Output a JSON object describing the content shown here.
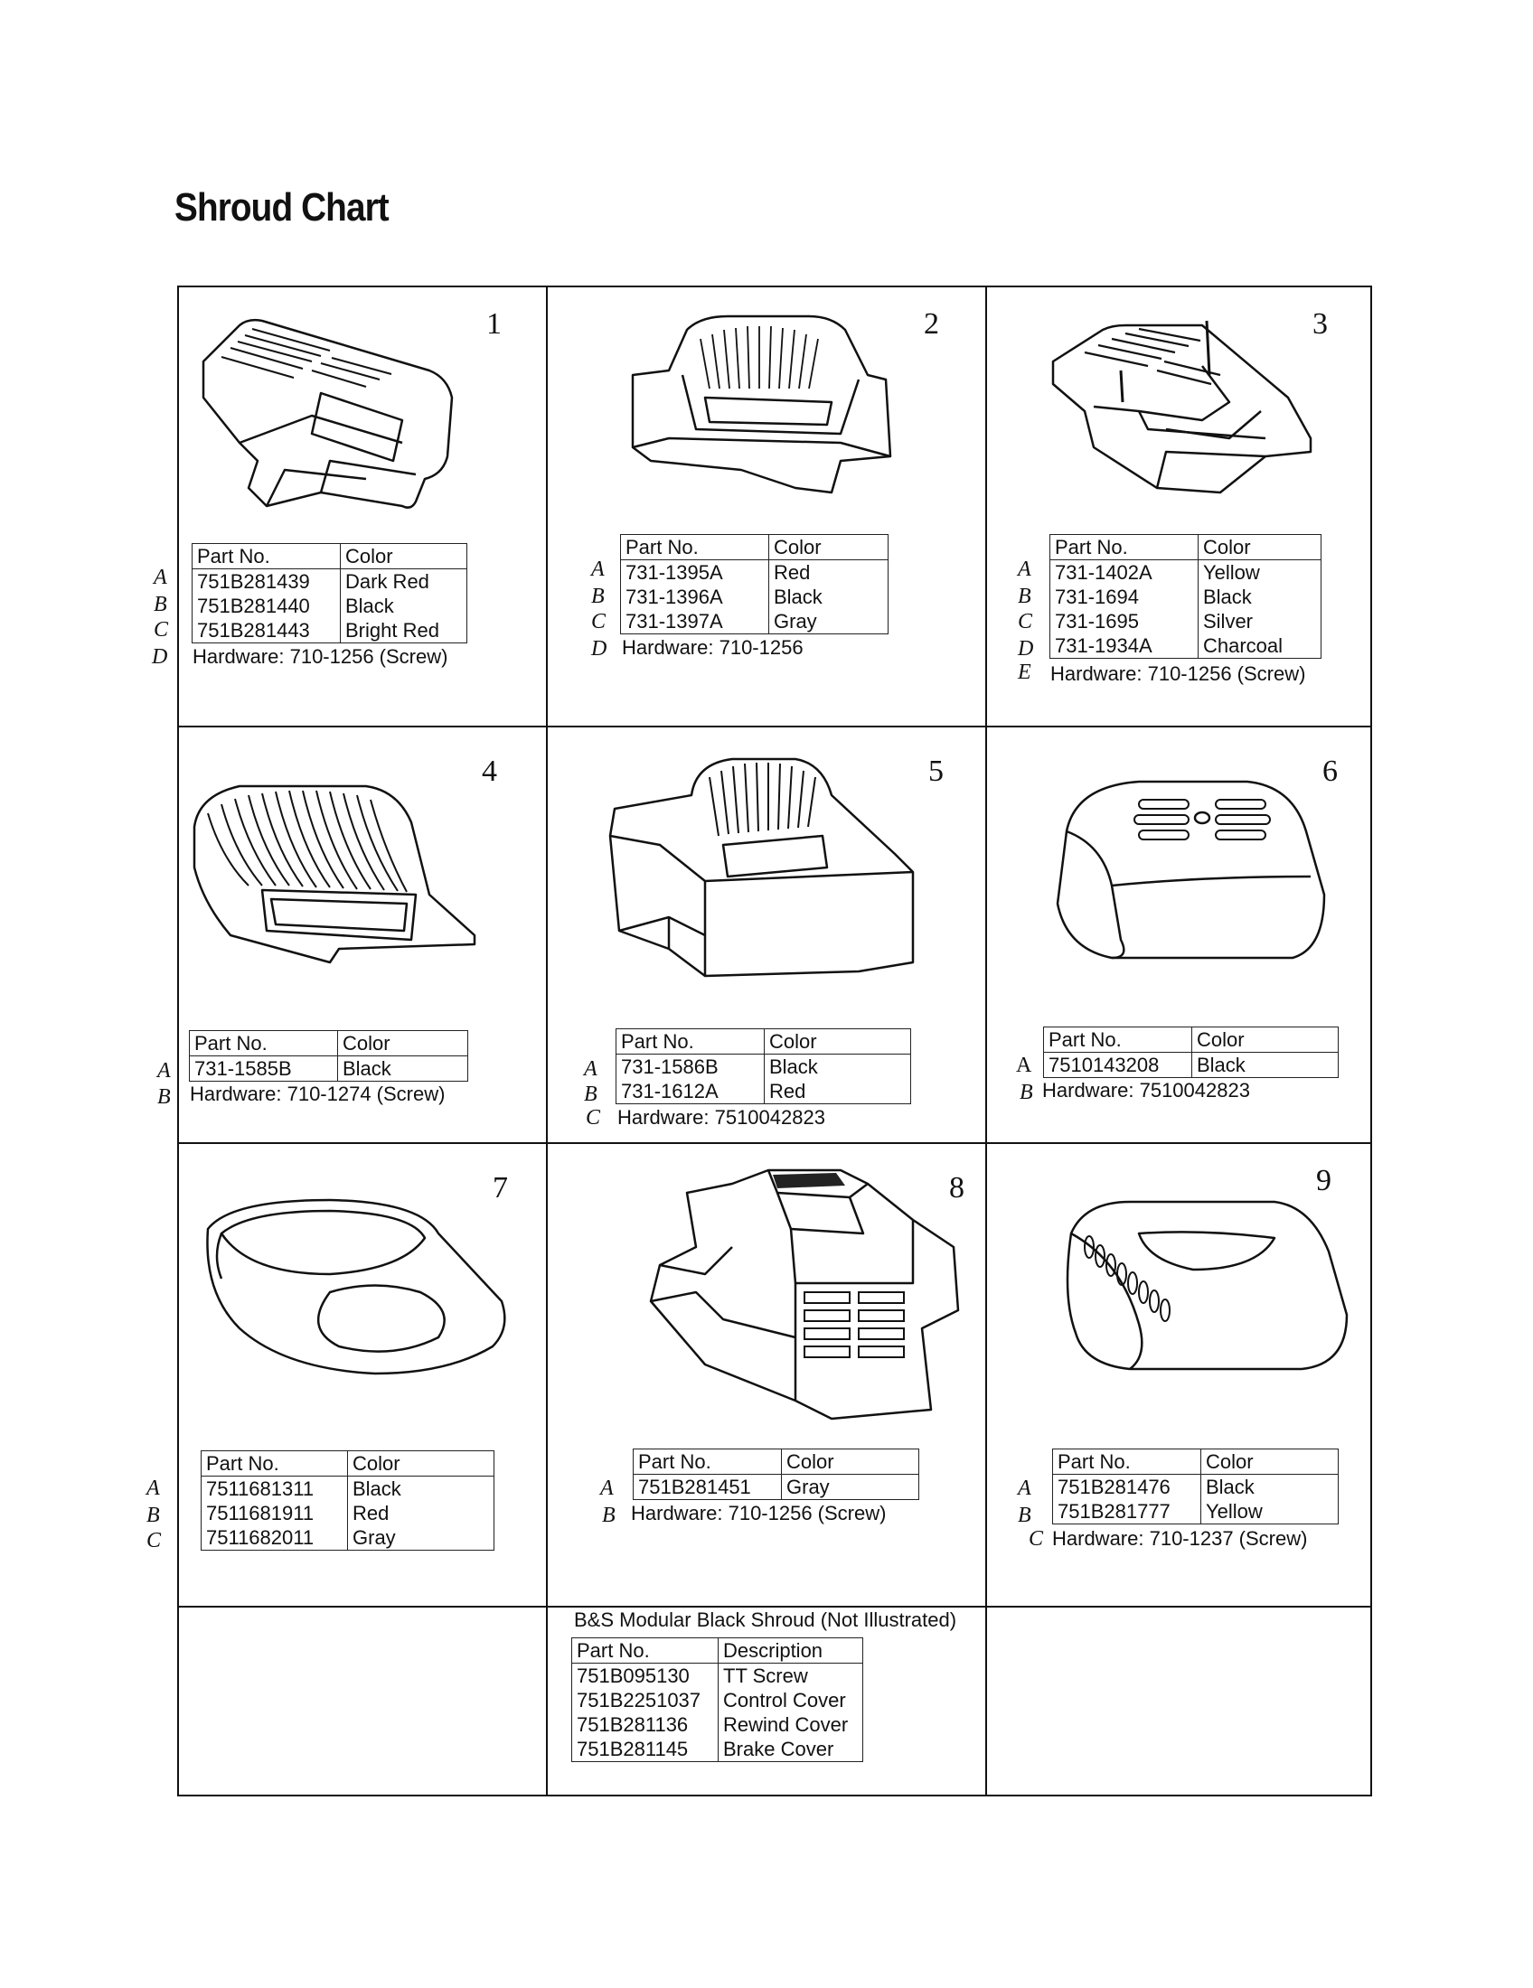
{
  "title": "Shroud Chart",
  "cells": [
    {
      "number": "1",
      "header": {
        "part": "Part No.",
        "color": "Color"
      },
      "rows": [
        {
          "letter": "A",
          "part": "751B281439",
          "color": "Dark Red"
        },
        {
          "letter": "B",
          "part": "751B281440",
          "color": "Black"
        },
        {
          "letter": "C",
          "part": "751B281443",
          "color": "Bright Red"
        }
      ],
      "hardware": {
        "letter": "D",
        "text": "Hardware: 710-1256 (Screw)"
      }
    },
    {
      "number": "2",
      "header": {
        "part": "Part No.",
        "color": "Color"
      },
      "rows": [
        {
          "letter": "A",
          "part": "731-1395A",
          "color": "Red"
        },
        {
          "letter": "B",
          "part": "731-1396A",
          "color": "Black"
        },
        {
          "letter": "C",
          "part": "731-1397A",
          "color": "Gray"
        }
      ],
      "hardware": {
        "letter": "D",
        "text": "Hardware: 710-1256"
      }
    },
    {
      "number": "3",
      "header": {
        "part": "Part No.",
        "color": "Color"
      },
      "rows": [
        {
          "letter": "A",
          "part": "731-1402A",
          "color": "Yellow"
        },
        {
          "letter": "B",
          "part": "731-1694",
          "color": "Black"
        },
        {
          "letter": "C",
          "part": "731-1695",
          "color": "Silver"
        },
        {
          "letter": "D",
          "part": "731-1934A",
          "color": "Charcoal"
        }
      ],
      "hardware": {
        "letter": "E",
        "text": "Hardware: 710-1256 (Screw)"
      }
    },
    {
      "number": "4",
      "header": {
        "part": "Part No.",
        "color": "Color"
      },
      "rows": [
        {
          "letter": "A",
          "part": "731-1585B",
          "color": "Black"
        }
      ],
      "hardware": {
        "letter": "B",
        "text": "Hardware: 710-1274 (Screw)"
      }
    },
    {
      "number": "5",
      "header": {
        "part": "Part No.",
        "color": "Color"
      },
      "rows": [
        {
          "letter": "A",
          "part": "731-1586B",
          "color": "Black"
        },
        {
          "letter": "B",
          "part": "731-1612A",
          "color": "Red"
        }
      ],
      "hardware": {
        "letter": "C",
        "text": "Hardware: 7510042823"
      }
    },
    {
      "number": "6",
      "header": {
        "part": "Part No.",
        "color": "Color"
      },
      "rows": [
        {
          "letter": "A",
          "part": "7510143208",
          "color": "Black"
        }
      ],
      "hardware": {
        "letter": "B",
        "text": "Hardware: 7510042823"
      }
    },
    {
      "number": "7",
      "header": {
        "part": "Part No.",
        "color": "Color"
      },
      "rows": [
        {
          "letter": "A",
          "part": "7511681311",
          "color": "Black"
        },
        {
          "letter": "B",
          "part": "7511681911",
          "color": "Red"
        },
        {
          "letter": "C",
          "part": "7511682011",
          "color": "Gray"
        }
      ],
      "hardware": null
    },
    {
      "number": "8",
      "header": {
        "part": "Part No.",
        "color": "Color"
      },
      "rows": [
        {
          "letter": "A",
          "part": "751B281451",
          "color": "Gray"
        }
      ],
      "hardware": {
        "letter": "B",
        "text": "Hardware: 710-1256 (Screw)"
      }
    },
    {
      "number": "9",
      "header": {
        "part": "Part No.",
        "color": "Color"
      },
      "rows": [
        {
          "letter": "A",
          "part": "751B281476",
          "color": "Black"
        },
        {
          "letter": "B",
          "part": "751B281777",
          "color": "Yellow"
        }
      ],
      "hardware": {
        "letter": "C",
        "text": "Hardware: 710-1237 (Screw)"
      }
    }
  ],
  "bs_modular": {
    "title": "B&S Modular Black Shroud (Not Illustrated)",
    "header": {
      "part": "Part No.",
      "desc": "Description"
    },
    "rows": [
      {
        "part": "751B095130",
        "desc": "TT Screw"
      },
      {
        "part": "751B2251037",
        "desc": "Control Cover"
      },
      {
        "part": "751B281136",
        "desc": "Rewind Cover"
      },
      {
        "part": "751B281145",
        "desc": "Brake Cover"
      }
    ]
  }
}
